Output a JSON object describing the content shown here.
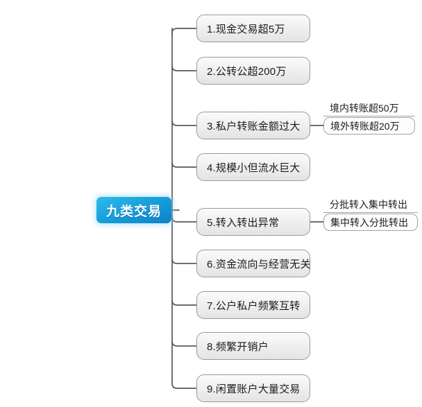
{
  "diagram": {
    "title": "九类交易",
    "root": {
      "label": "九类交易"
    },
    "branches": [
      {
        "label": "1.现金交易超5万",
        "children": []
      },
      {
        "label": "2.公转公超200万",
        "children": []
      },
      {
        "label": "3.私户转账金额过大",
        "children": [
          "境内转账超50万",
          "境外转账超20万"
        ]
      },
      {
        "label": "4.规模小但流水巨大",
        "children": []
      },
      {
        "label": "5.转入转出异常",
        "children": [
          "分批转入集中转出",
          "集中转入分批转出"
        ]
      },
      {
        "label": "6.资金流向与经营无关",
        "children": []
      },
      {
        "label": "7.公户私户频繁互转",
        "children": []
      },
      {
        "label": "8.频繁开销户",
        "children": []
      },
      {
        "label": "9.闲置账户大量交易",
        "children": []
      }
    ],
    "colors": {
      "root_gradient_start": "#2fbce9",
      "root_gradient_end": "#0b82c6",
      "root_text": "#ffffff",
      "node_border": "#9a9a9a",
      "node_fill_top": "#fbfbfb",
      "node_fill_bottom": "#e4e4e4",
      "node_text": "#1c1c1c",
      "connector": "#55595a",
      "background": "#ffffff"
    }
  }
}
